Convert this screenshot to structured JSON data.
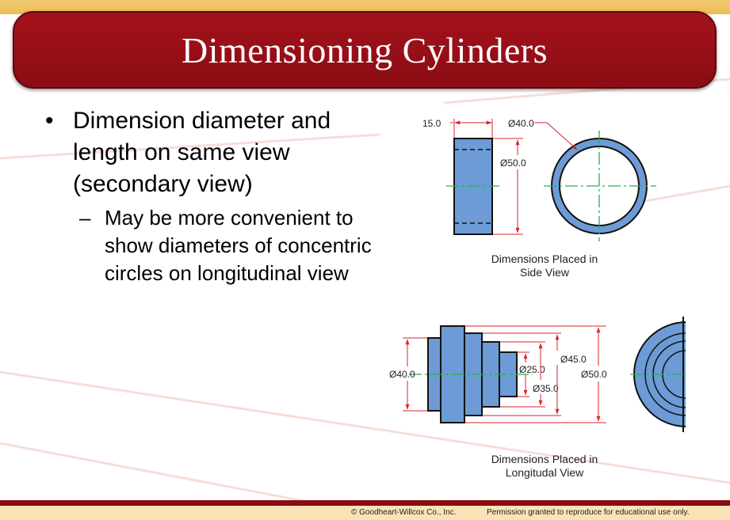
{
  "slide": {
    "title": "Dimensioning Cylinders",
    "bullets": [
      {
        "text": "Dimension diameter and length on same view (secondary view)",
        "sub": [
          {
            "text": "May be more convenient to show diameters of concentric circles on longitudinal view"
          }
        ]
      }
    ],
    "bullet_symbol": "•",
    "sub_bullet_symbol": "–"
  },
  "figure_side": {
    "length_label": "15.0",
    "outer_diameter_label": "Ø40.0",
    "side_diameter_label": "Ø50.0",
    "caption_line1": "Dimensions Placed in",
    "caption_line2": "Side View"
  },
  "figure_long": {
    "d40_label": "Ø40.0",
    "d25_label": "Ø25.0",
    "d35_label": "Ø35.0",
    "d45_label": "Ø45.0",
    "d50_label": "Ø50.0",
    "caption_line1": "Dimensions Placed in",
    "caption_line2": "Longitudal View"
  },
  "footer": {
    "copyright": "© Goodheart-Willcox Co., Inc.",
    "permission": "Permission granted to reproduce for educational use only."
  },
  "colors": {
    "title_bar": "#9a0f18",
    "part_fill": "#6c9bd6",
    "dimension_red": "#d9252c",
    "centerline_green": "#27b24a"
  }
}
